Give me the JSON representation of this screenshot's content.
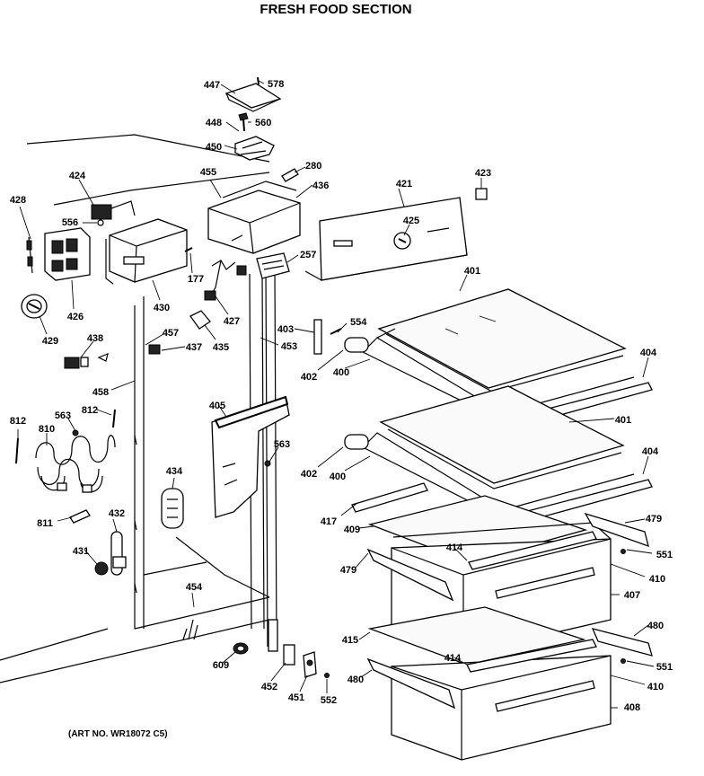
{
  "title": "FRESH FOOD SECTION",
  "art_number": "(ART NO. WR18072 C5)",
  "callouts": [
    {
      "id": "447",
      "text": "447"
    },
    {
      "id": "578",
      "text": "578"
    },
    {
      "id": "448",
      "text": "448"
    },
    {
      "id": "560",
      "text": "560"
    },
    {
      "id": "450",
      "text": "450"
    },
    {
      "id": "280",
      "text": "280"
    },
    {
      "id": "424",
      "text": "424"
    },
    {
      "id": "455",
      "text": "455"
    },
    {
      "id": "436",
      "text": "436"
    },
    {
      "id": "421",
      "text": "421"
    },
    {
      "id": "423",
      "text": "423"
    },
    {
      "id": "428",
      "text": "428"
    },
    {
      "id": "556",
      "text": "556"
    },
    {
      "id": "425",
      "text": "425"
    },
    {
      "id": "257",
      "text": "257"
    },
    {
      "id": "401a",
      "text": "401"
    },
    {
      "id": "177",
      "text": "177"
    },
    {
      "id": "426",
      "text": "426"
    },
    {
      "id": "430",
      "text": "430"
    },
    {
      "id": "427",
      "text": "427"
    },
    {
      "id": "429",
      "text": "429"
    },
    {
      "id": "403",
      "text": "403"
    },
    {
      "id": "554",
      "text": "554"
    },
    {
      "id": "438",
      "text": "438"
    },
    {
      "id": "457",
      "text": "457"
    },
    {
      "id": "435",
      "text": "435"
    },
    {
      "id": "453",
      "text": "453"
    },
    {
      "id": "437",
      "text": "437"
    },
    {
      "id": "404a",
      "text": "404"
    },
    {
      "id": "402a",
      "text": "402"
    },
    {
      "id": "400a",
      "text": "400"
    },
    {
      "id": "458",
      "text": "458"
    },
    {
      "id": "405",
      "text": "405"
    },
    {
      "id": "812a",
      "text": "812"
    },
    {
      "id": "563a",
      "text": "563"
    },
    {
      "id": "812b",
      "text": "812"
    },
    {
      "id": "401b",
      "text": "401"
    },
    {
      "id": "810",
      "text": "810"
    },
    {
      "id": "563b",
      "text": "563"
    },
    {
      "id": "404b",
      "text": "404"
    },
    {
      "id": "402b",
      "text": "402"
    },
    {
      "id": "400b",
      "text": "400"
    },
    {
      "id": "434",
      "text": "434"
    },
    {
      "id": "417",
      "text": "417"
    },
    {
      "id": "479a",
      "text": "479"
    },
    {
      "id": "811",
      "text": "811"
    },
    {
      "id": "432",
      "text": "432"
    },
    {
      "id": "409",
      "text": "409"
    },
    {
      "id": "414a",
      "text": "414"
    },
    {
      "id": "551a",
      "text": "551"
    },
    {
      "id": "431",
      "text": "431"
    },
    {
      "id": "479b",
      "text": "479"
    },
    {
      "id": "410a",
      "text": "410"
    },
    {
      "id": "454",
      "text": "454"
    },
    {
      "id": "407",
      "text": "407"
    },
    {
      "id": "480a",
      "text": "480"
    },
    {
      "id": "415",
      "text": "415"
    },
    {
      "id": "414b",
      "text": "414"
    },
    {
      "id": "609",
      "text": "609"
    },
    {
      "id": "551b",
      "text": "551"
    },
    {
      "id": "480b",
      "text": "480"
    },
    {
      "id": "410b",
      "text": "410"
    },
    {
      "id": "452",
      "text": "452"
    },
    {
      "id": "451",
      "text": "451"
    },
    {
      "id": "552",
      "text": "552"
    },
    {
      "id": "408",
      "text": "408"
    }
  ]
}
